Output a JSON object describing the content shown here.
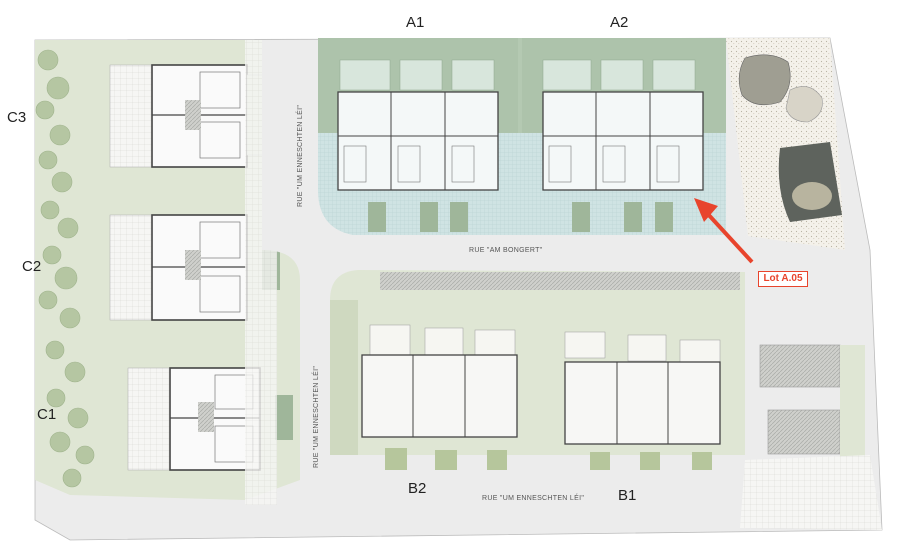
{
  "blocks": {
    "a1": "A1",
    "a2": "A2",
    "b1": "B1",
    "b2": "B2",
    "c1": "C1",
    "c2": "C2",
    "c3": "C3"
  },
  "streets": {
    "am_bongert": "RUE \"AM BONGERT\"",
    "enneschten_lei_vertical_top": "RUE \"UM ENNESCHTEN LÉI\"",
    "enneschten_lei_vertical_bottom": "RUE \"UM ENNESCHTEN LÉI\"",
    "enneschten_lei_horizontal": "RUE \"UM ENNESCHTEN LÉI\""
  },
  "callout": {
    "label": "Lot A.05",
    "color": "#e8442c"
  },
  "colors": {
    "road": "#ececec",
    "highlight_blue": "#cfe3e3",
    "green_dark": "#9fb69a",
    "green_light": "#dde5d2",
    "playground": "#f3efe6",
    "arrow": "#e8442c"
  }
}
